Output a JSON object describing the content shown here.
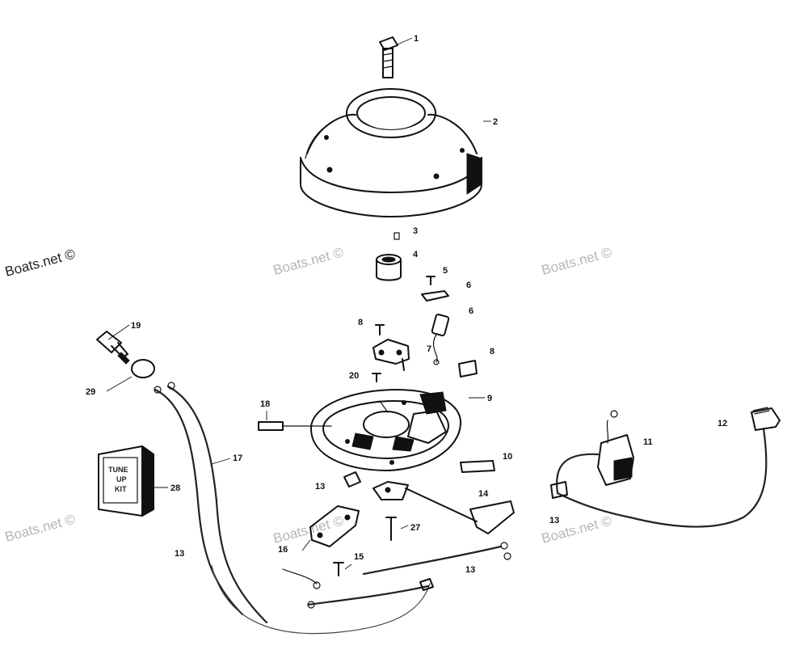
{
  "watermarks": [
    "Boats.net ©",
    "Boats.net ©",
    "Boats.net ©",
    "Boats.net ©",
    "Boats.net ©",
    "Boats.net ©"
  ],
  "callouts": [
    "1",
    "2",
    "3",
    "4",
    "5",
    "6",
    "6",
    "8",
    "7",
    "8",
    "20",
    "19",
    "29",
    "9",
    "18",
    "17",
    "11",
    "12",
    "10",
    "13",
    "28",
    "14",
    "27",
    "13",
    "16",
    "15",
    "13",
    "13"
  ],
  "box_text": [
    "TUNE",
    "UP",
    "KIT"
  ],
  "colors": {
    "line": "#111111",
    "watermark": "#b5b5b5",
    "background": "#ffffff"
  }
}
